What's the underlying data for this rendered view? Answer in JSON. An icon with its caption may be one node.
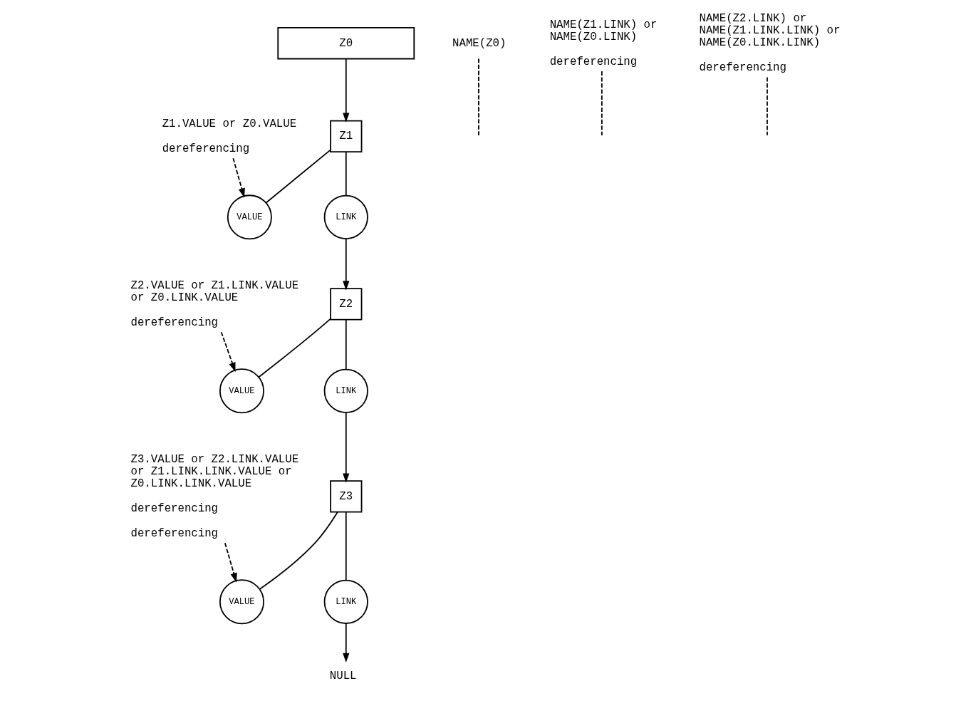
{
  "diagram": {
    "nodes": [
      {
        "text": [
          "Z0"
        ]
      },
      {
        "text": [
          "Z1"
        ]
      },
      {
        "text": [
          "VALUE"
        ]
      },
      {
        "text": [
          "LINK"
        ]
      },
      {
        "text": [
          "Z2"
        ]
      },
      {
        "text": [
          "VALUE"
        ]
      },
      {
        "text": [
          "LINK"
        ]
      },
      {
        "text": [
          "Z3"
        ]
      },
      {
        "text": [
          "VALUE"
        ]
      },
      {
        "text": [
          "LINK"
        ]
      },
      {
        "text": [
          "NULL"
        ]
      },
      {
        "text": [
          "NAME(Z0)"
        ]
      },
      {
        "text": [
          "NAME(Z1.LINK) or NAME(Z0.LINK)",
          "dereferencing"
        ]
      },
      {
        "text": [
          "NAME(Z2.LINK) or NAME(Z1.LINK.LINK) or NAME(Z0.LINK.LINK)",
          "dereferencing"
        ]
      },
      {
        "text": [
          "Z1.VALUE or Z0.VALUE",
          "dereferencing"
        ]
      },
      {
        "text": [
          "Z2.VALUE or Z1.LINK.VALUE or Z0.LINK.VALUE",
          "dereferencing"
        ]
      },
      {
        "text": [
          "Z3.VALUE or Z2.LINK.VALUE or Z1.LINK.LINK.VALUE or Z0.LINK.LINK.VALUE",
          "dereferencing",
          "dereferencing"
        ]
      }
    ],
    "edges": [
      {
        "from": 0,
        "to": 1,
        "arrow": "to"
      },
      {
        "from": 1,
        "to": 2,
        "arrow": "none"
      },
      {
        "from": 1,
        "to": 3,
        "arrow": "none"
      },
      {
        "from": 3,
        "to": 4,
        "arrow": "to"
      },
      {
        "from": 4,
        "to": 5,
        "arrow": "none"
      },
      {
        "from": 4,
        "to": 6,
        "arrow": "none"
      },
      {
        "from": 6,
        "to": 7,
        "arrow": "to"
      },
      {
        "from": 7,
        "to": 8,
        "arrow": "none"
      },
      {
        "from": 7,
        "to": 9,
        "arrow": "none"
      },
      {
        "from": 9,
        "to": 10,
        "arrow": "to"
      },
      {
        "from": 11,
        "to": null,
        "arrow": "none",
        "style": "dashed"
      },
      {
        "from": 12,
        "to": null,
        "arrow": "none",
        "style": "dashed"
      },
      {
        "from": 13,
        "to": null,
        "arrow": "none",
        "style": "dashed"
      },
      {
        "from": 14,
        "to": 2,
        "arrow": "to",
        "style": "dashed"
      },
      {
        "from": 15,
        "to": 5,
        "arrow": "to",
        "style": "dashed"
      },
      {
        "from": 16,
        "to": 8,
        "arrow": "to",
        "style": "dashed"
      }
    ]
  }
}
